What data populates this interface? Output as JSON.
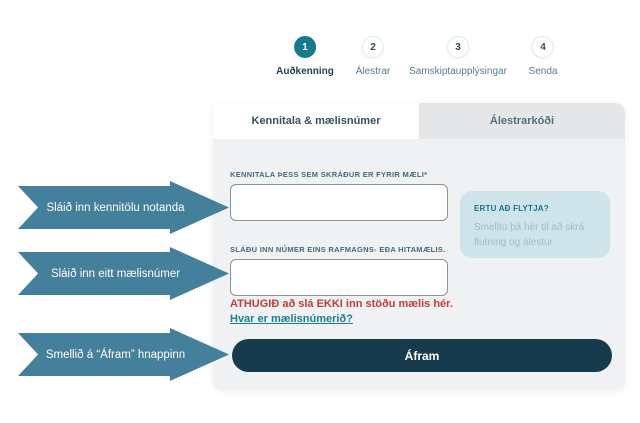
{
  "stepper": {
    "steps": [
      {
        "number": "1",
        "label": "Auðkenning",
        "active": true
      },
      {
        "number": "2",
        "label": "Álestrar",
        "active": false
      },
      {
        "number": "3",
        "label": "Samskiptaupplýsingar",
        "active": false
      },
      {
        "number": "4",
        "label": "Senda",
        "active": false
      }
    ]
  },
  "tabs": {
    "active_label": "Kennitala & mælisnúmer",
    "inactive_label": "Álestrarkóði"
  },
  "form": {
    "kennitala_label": "KENNITALA ÞESS SEM SKRÁÐUR ER FYRIR MÆLI*",
    "kennitala_value": "",
    "meter_label": "SLÁÐU INN NÚMER EINS RAFMAGNS- EÐA HITAMÆLIS.",
    "meter_value": "",
    "warning": "ATHUGIÐ að slá EKKI inn stöðu mælis hér.",
    "link_label": "Hvar er mælisnúmerið?",
    "submit_label": "Áfram"
  },
  "info_box": {
    "title": "ERTU AÐ FLYTJA?",
    "body": "Smelltu þá hér til að skrá flutning og álestur"
  },
  "callouts": [
    "Sláið inn kennitölu notanda",
    "Sláið inn eitt mælisnúmer",
    "Smellið á “Áfram” hnappinn"
  ],
  "colors": {
    "accent_teal": "#17798b",
    "button_navy": "#163b4d",
    "arrow_blue": "#447f9c",
    "warning_red": "#c23c3c",
    "info_box_bg": "#cfe4ea",
    "card_bg": "#f0f1f2",
    "inactive_tab_bg": "#e4e6e7"
  }
}
